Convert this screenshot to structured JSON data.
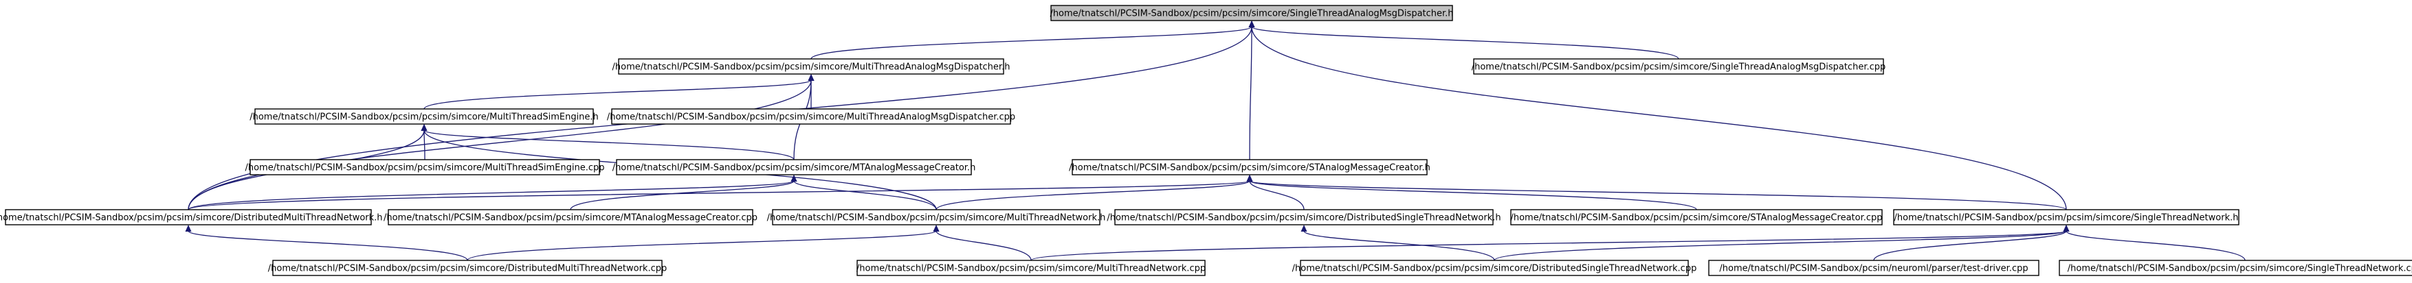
{
  "nodes": [
    {
      "id": "n0",
      "label": "/home/tnatschl/PCSIM-Sandbox/pcsim/pcsim/simcore/SingleThreadAnalogMsgDispatcher.h",
      "root": true
    },
    {
      "id": "n1",
      "label": "/home/tnatschl/PCSIM-Sandbox/pcsim/pcsim/simcore/MultiThreadAnalogMsgDispatcher.h"
    },
    {
      "id": "n2",
      "label": "/home/tnatschl/PCSIM-Sandbox/pcsim/pcsim/simcore/SingleThreadAnalogMsgDispatcher.cpp"
    },
    {
      "id": "n3",
      "label": "/home/tnatschl/PCSIM-Sandbox/pcsim/pcsim/simcore/MultiThreadSimEngine.h"
    },
    {
      "id": "n4",
      "label": "/home/tnatschl/PCSIM-Sandbox/pcsim/pcsim/simcore/MultiThreadAnalogMsgDispatcher.cpp"
    },
    {
      "id": "n5",
      "label": "/home/tnatschl/PCSIM-Sandbox/pcsim/pcsim/simcore/MultiThreadSimEngine.cpp"
    },
    {
      "id": "n6",
      "label": "/home/tnatschl/PCSIM-Sandbox/pcsim/pcsim/simcore/MTAnalogMessageCreator.h"
    },
    {
      "id": "n7",
      "label": "/home/tnatschl/PCSIM-Sandbox/pcsim/pcsim/simcore/STAnalogMessageCreator.h"
    },
    {
      "id": "n8",
      "label": "/home/tnatschl/PCSIM-Sandbox/pcsim/pcsim/simcore/DistributedMultiThreadNetwork.h"
    },
    {
      "id": "n9",
      "label": "/home/tnatschl/PCSIM-Sandbox/pcsim/pcsim/simcore/MTAnalogMessageCreator.cpp"
    },
    {
      "id": "n10",
      "label": "/home/tnatschl/PCSIM-Sandbox/pcsim/pcsim/simcore/MultiThreadNetwork.h"
    },
    {
      "id": "n11",
      "label": "/home/tnatschl/PCSIM-Sandbox/pcsim/pcsim/simcore/DistributedSingleThreadNetwork.h"
    },
    {
      "id": "n12",
      "label": "/home/tnatschl/PCSIM-Sandbox/pcsim/pcsim/simcore/STAnalogMessageCreator.cpp"
    },
    {
      "id": "n13",
      "label": "/home/tnatschl/PCSIM-Sandbox/pcsim/pcsim/simcore/SingleThreadNetwork.h"
    },
    {
      "id": "n14",
      "label": "/home/tnatschl/PCSIM-Sandbox/pcsim/pcsim/simcore/DistributedMultiThreadNetwork.cpp"
    },
    {
      "id": "n15",
      "label": "/home/tnatschl/PCSIM-Sandbox/pcsim/pcsim/simcore/MultiThreadNetwork.cpp"
    },
    {
      "id": "n16",
      "label": "/home/tnatschl/PCSIM-Sandbox/pcsim/pcsim/simcore/DistributedSingleThreadNetwork.cpp"
    },
    {
      "id": "n17",
      "label": "/home/tnatschl/PCSIM-Sandbox/pcsim/neuroml/parser/test-driver.cpp"
    },
    {
      "id": "n18",
      "label": "/home/tnatschl/PCSIM-Sandbox/pcsim/pcsim/simcore/SingleThreadNetwork.cpp"
    }
  ],
  "edges": [
    {
      "from": "n0",
      "to": "n1"
    },
    {
      "from": "n0",
      "to": "n2"
    },
    {
      "from": "n0",
      "to": "n7"
    },
    {
      "from": "n0",
      "to": "n8"
    },
    {
      "from": "n0",
      "to": "n13"
    },
    {
      "from": "n1",
      "to": "n3"
    },
    {
      "from": "n1",
      "to": "n4"
    },
    {
      "from": "n1",
      "to": "n6"
    },
    {
      "from": "n1",
      "to": "n8"
    },
    {
      "from": "n3",
      "to": "n5"
    },
    {
      "from": "n3",
      "to": "n6"
    },
    {
      "from": "n3",
      "to": "n8"
    },
    {
      "from": "n3",
      "to": "n10"
    },
    {
      "from": "n6",
      "to": "n8"
    },
    {
      "from": "n6",
      "to": "n9"
    },
    {
      "from": "n6",
      "to": "n10"
    },
    {
      "from": "n7",
      "to": "n8"
    },
    {
      "from": "n7",
      "to": "n10"
    },
    {
      "from": "n7",
      "to": "n11"
    },
    {
      "from": "n7",
      "to": "n12"
    },
    {
      "from": "n7",
      "to": "n13"
    },
    {
      "from": "n8",
      "to": "n14"
    },
    {
      "from": "n10",
      "to": "n14"
    },
    {
      "from": "n10",
      "to": "n15"
    },
    {
      "from": "n11",
      "to": "n16"
    },
    {
      "from": "n13",
      "to": "n15"
    },
    {
      "from": "n13",
      "to": "n16"
    },
    {
      "from": "n13",
      "to": "n17"
    },
    {
      "from": "n13",
      "to": "n18"
    }
  ]
}
